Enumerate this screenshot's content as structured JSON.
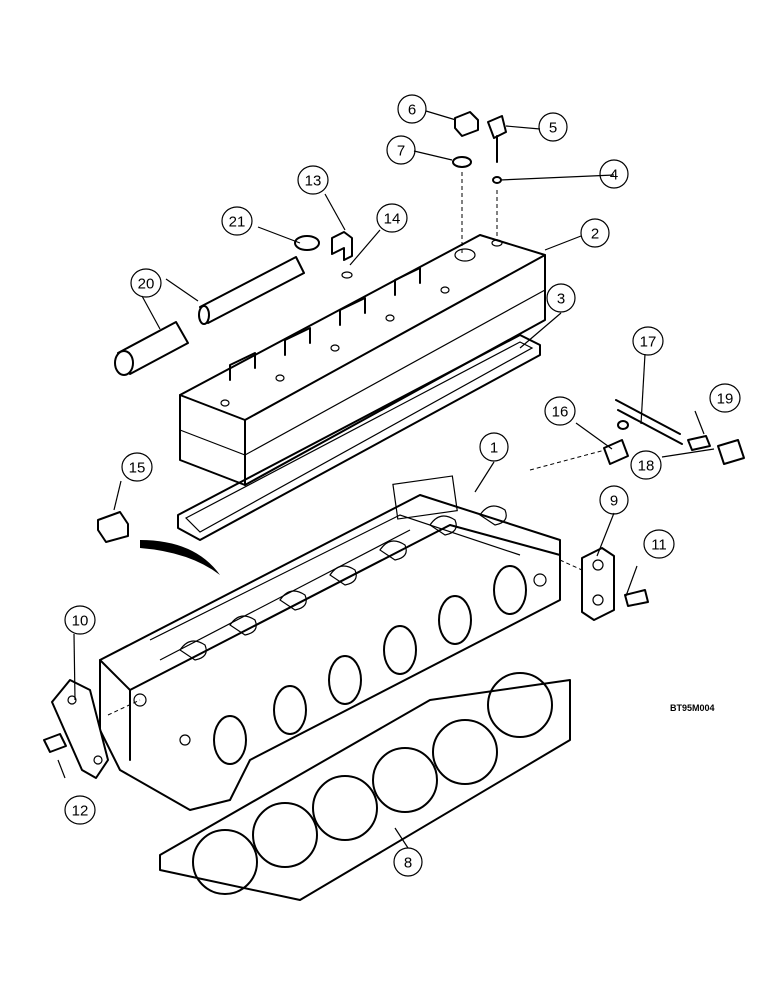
{
  "figure_code": "BT95M004",
  "callouts": [
    {
      "id": "1",
      "label": "1"
    },
    {
      "id": "2",
      "label": "2"
    },
    {
      "id": "3",
      "label": "3"
    },
    {
      "id": "4",
      "label": "4"
    },
    {
      "id": "5",
      "label": "5"
    },
    {
      "id": "6",
      "label": "6"
    },
    {
      "id": "7",
      "label": "7"
    },
    {
      "id": "8",
      "label": "8"
    },
    {
      "id": "9",
      "label": "9"
    },
    {
      "id": "10",
      "label": "10"
    },
    {
      "id": "11",
      "label": "11"
    },
    {
      "id": "12",
      "label": "12"
    },
    {
      "id": "13",
      "label": "13"
    },
    {
      "id": "14",
      "label": "14"
    },
    {
      "id": "15",
      "label": "15"
    },
    {
      "id": "16",
      "label": "16"
    },
    {
      "id": "17",
      "label": "17"
    },
    {
      "id": "18",
      "label": "18"
    },
    {
      "id": "19",
      "label": "19"
    },
    {
      "id": "20",
      "label": "20"
    },
    {
      "id": "21",
      "label": "21"
    }
  ]
}
